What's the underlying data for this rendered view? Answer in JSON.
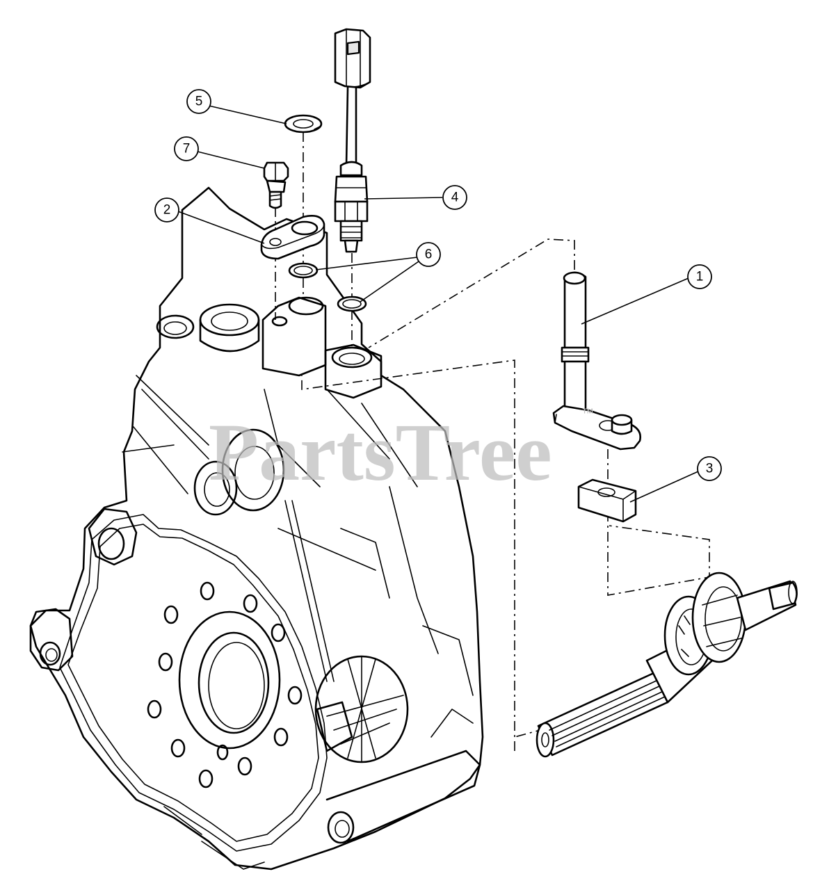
{
  "watermark": {
    "text": "PartsTree",
    "trademark": "™"
  },
  "callouts": [
    {
      "number": "1"
    },
    {
      "number": "2"
    },
    {
      "number": "3"
    },
    {
      "number": "4"
    },
    {
      "number": "5"
    },
    {
      "number": "6"
    },
    {
      "number": "7"
    }
  ]
}
